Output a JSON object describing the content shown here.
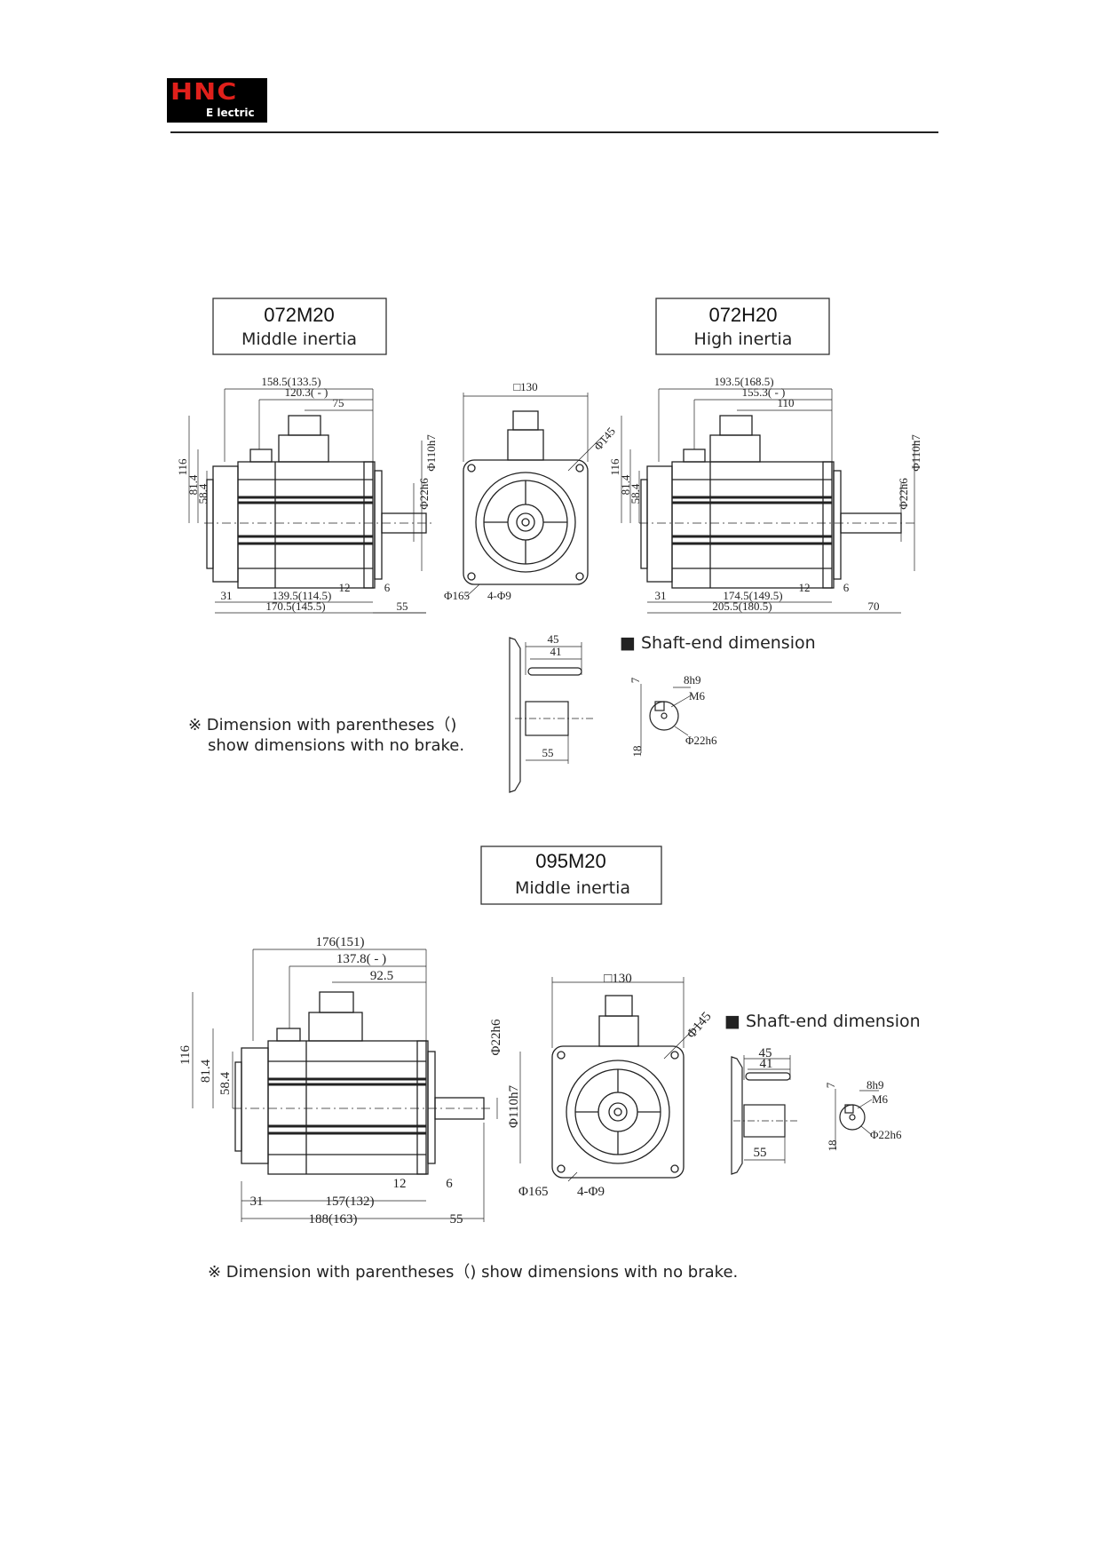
{
  "brand": {
    "logo_main": "HNC",
    "logo_sub": "E lectric"
  },
  "models": [
    {
      "code": "072M20",
      "inertia": "Middle inertia",
      "side": {
        "d1": "158.5(133.5)",
        "d2": "120.3( - )",
        "d3": "75",
        "h1": "116",
        "h2": "81.4",
        "h3": "58.4",
        "shaft": "Φ22h6",
        "flange": "Φ110h7",
        "b1": "12",
        "b2": "6",
        "b3": "139.5(114.5)",
        "b4": "31",
        "b5": "170.5(145.5)",
        "b6": "55"
      }
    },
    {
      "code": "072H20",
      "inertia": "High inertia",
      "side": {
        "d1": "193.5(168.5)",
        "d2": "155.3( - )",
        "d3": "110",
        "h1": "116",
        "h2": "81.4",
        "h3": "58.4",
        "shaft": "Φ22h6",
        "flange": "Φ110h7",
        "b1": "12",
        "b2": "6",
        "b3": "174.5(149.5)",
        "b4": "31",
        "b5": "205.5(180.5)",
        "b6": "70"
      }
    },
    {
      "code": "095M20",
      "inertia": "Middle inertia",
      "side": {
        "d1": "176(151)",
        "d2": "137.8( - )",
        "d3": "92.5",
        "h1": "116",
        "h2": "81.4",
        "h3": "58.4",
        "shaft": "Φ22h6",
        "flange": "Φ110h7",
        "b1": "12",
        "b2": "6",
        "b3": "157(132)",
        "b4": "31",
        "b5": "188(163)",
        "b6": "55"
      }
    }
  ],
  "front": {
    "square": "□130",
    "pcd": "Φ145",
    "spigot": "Φ165",
    "holes": "4-Φ9"
  },
  "shaft_end": {
    "title": "■ Shaft-end dimension",
    "len1": "45",
    "len2": "41",
    "len3": "55",
    "key_h": "7",
    "key_w": "8h9",
    "thread": "M6",
    "height": "18",
    "dia": "Φ22h6"
  },
  "notes": {
    "top_line1": "※ Dimension with parentheses（)",
    "top_line2": "show dimensions with no brake.",
    "bottom": "※ Dimension with parentheses（) show dimensions with no brake."
  }
}
